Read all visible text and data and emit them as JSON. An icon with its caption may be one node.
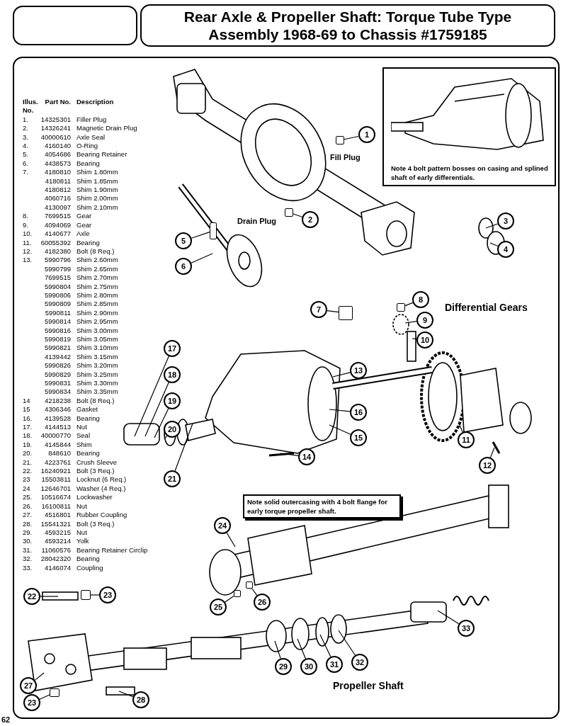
{
  "diagram": {
    "title": "Rear Axle & Propeller Shaft:  Torque Tube Type Assembly 1968-69 to Chassis #1759185",
    "nodes": [
      {
        "text": [
          "1"
        ]
      },
      {
        "text": [
          "2"
        ]
      },
      {
        "text": [
          "3"
        ]
      },
      {
        "text": [
          "4"
        ]
      },
      {
        "text": [
          "5"
        ]
      },
      {
        "text": [
          "6"
        ]
      },
      {
        "text": [
          "7"
        ]
      },
      {
        "text": [
          "8"
        ]
      },
      {
        "text": [
          "9"
        ]
      },
      {
        "text": [
          "10"
        ]
      },
      {
        "text": [
          "11"
        ]
      },
      {
        "text": [
          "12"
        ]
      },
      {
        "text": [
          "13"
        ]
      },
      {
        "text": [
          "14"
        ]
      },
      {
        "text": [
          "15"
        ]
      },
      {
        "text": [
          "16"
        ]
      },
      {
        "text": [
          "17"
        ]
      },
      {
        "text": [
          "18"
        ]
      },
      {
        "text": [
          "19"
        ]
      },
      {
        "text": [
          "20"
        ]
      },
      {
        "text": [
          "21"
        ]
      },
      {
        "text": [
          "22"
        ]
      },
      {
        "text": [
          "23"
        ]
      },
      {
        "text": [
          "24"
        ]
      },
      {
        "text": [
          "25"
        ]
      },
      {
        "text": [
          "26"
        ]
      },
      {
        "text": [
          "27"
        ]
      },
      {
        "text": [
          "28"
        ]
      },
      {
        "text": [
          "29"
        ]
      },
      {
        "text": [
          "30"
        ]
      },
      {
        "text": [
          "31"
        ]
      },
      {
        "text": [
          "32"
        ]
      },
      {
        "text": [
          "33"
        ]
      },
      {
        "text": [
          "23"
        ]
      },
      {
        "text": [
          "Note 4 bolt pattern bosses on casing and splined shaft of early differentials."
        ]
      },
      {
        "text": [
          "Note solid outercasing with 4 bolt flange for early torque propeller shaft."
        ]
      },
      {
        "text": [],
        "shape": "box"
      },
      {
        "text": [],
        "shape": "box"
      },
      {
        "text": [],
        "shape": "box"
      },
      {
        "text": [],
        "shape": "box"
      },
      {
        "text": [],
        "shape": "box"
      },
      {
        "text": [],
        "shape": "box"
      },
      {
        "text": [],
        "shape": "box"
      },
      {
        "text": [],
        "shape": "box"
      },
      {
        "text": [],
        "shape": "box"
      }
    ],
    "edges": [
      {
        "from": 0,
        "to": 36,
        "arrow": "none"
      },
      {
        "from": 1,
        "to": 37,
        "arrow": "none"
      },
      {
        "from": 2,
        "to": null,
        "arrow": "none"
      },
      {
        "from": 3,
        "to": null,
        "arrow": "none"
      },
      {
        "from": 4,
        "to": 38,
        "arrow": "none"
      },
      {
        "from": 5,
        "to": null,
        "arrow": "none"
      },
      {
        "from": 6,
        "to": 39,
        "arrow": "none"
      },
      {
        "from": 7,
        "to": 40,
        "arrow": "none"
      },
      {
        "from": 8,
        "to": null,
        "arrow": "none"
      },
      {
        "from": 9,
        "to": null,
        "arrow": "none"
      },
      {
        "from": 10,
        "to": null,
        "arrow": "none"
      },
      {
        "from": 11,
        "to": null,
        "arrow": "none"
      },
      {
        "from": 12,
        "to": null,
        "arrow": "none"
      },
      {
        "from": 13,
        "to": null,
        "arrow": "none"
      },
      {
        "from": 14,
        "to": null,
        "arrow": "none"
      },
      {
        "from": 15,
        "to": null,
        "arrow": "none"
      },
      {
        "from": 16,
        "to": null,
        "arrow": "none"
      },
      {
        "from": 17,
        "to": null,
        "arrow": "none"
      },
      {
        "from": 18,
        "to": null,
        "arrow": "none"
      },
      {
        "from": 19,
        "to": null,
        "arrow": "none"
      },
      {
        "from": 20,
        "to": null,
        "arrow": "none"
      },
      {
        "from": 21,
        "to": null,
        "arrow": "none"
      },
      {
        "from": 22,
        "to": 41,
        "arrow": "none"
      },
      {
        "from": 23,
        "to": null,
        "arrow": "none"
      },
      {
        "from": 24,
        "to": 42,
        "arrow": "none"
      },
      {
        "from": 25,
        "to": 43,
        "arrow": "none"
      },
      {
        "from": 26,
        "to": null,
        "arrow": "none"
      },
      {
        "from": 27,
        "to": null,
        "arrow": "none"
      },
      {
        "from": 28,
        "to": null,
        "arrow": "none"
      },
      {
        "from": 29,
        "to": null,
        "arrow": "none"
      },
      {
        "from": 30,
        "to": null,
        "arrow": "none"
      },
      {
        "from": 31,
        "to": null,
        "arrow": "none"
      },
      {
        "from": 32,
        "to": null,
        "arrow": "none"
      },
      {
        "from": 33,
        "to": 44,
        "arrow": "none"
      }
    ],
    "labels": [
      "Illus. No.",
      "Part No.",
      "Description",
      "1.",
      "14325301",
      "Filler Plug",
      "2.",
      "14326241",
      "Magnetic Drain Plug",
      "3.",
      "40000610",
      "Axle Seal",
      "4.",
      "4160140",
      "O-Ring",
      "5.",
      "4054686",
      "Bearing Retainer",
      "6.",
      "4438573",
      "Bearing",
      "7.",
      "4180810",
      "Shim 1.80mm",
      "4180811",
      "Shim 1.85mm",
      "4180812",
      "Shim 1.90mm",
      "4060716",
      "Shim 2.00mm",
      "4130097",
      "Shim 2.10mm",
      "8.",
      "7699515",
      "Gear",
      "9.",
      "4094069",
      "Gear",
      "10.",
      "4140677",
      "Axle",
      "11.",
      "60055392",
      "Bearing",
      "12.",
      "4182380",
      "Bolt (8 Req.)",
      "13.",
      "5990796",
      "Shim 2.60mm",
      "5990799",
      "Shim 2.65mm",
      "7699515",
      "Shim 2.70mm",
      "5990804",
      "Shim 2.75mm",
      "5990806",
      "Shim 2.80mm",
      "5990809",
      "Shim 2.85mm",
      "5990811",
      "Shim 2.90mm",
      "5990814",
      "Shim 2.95mm",
      "5990816",
      "Shim 3.00mm",
      "5990819",
      "Shim 3.05mm",
      "5990821",
      "Shim 3.10mm",
      "4139442",
      "Shim 3.15mm",
      "5990826",
      "Shim 3.20mm",
      "5990829",
      "Shim 3.25mm",
      "5990831",
      "Shim 3.30mm",
      "5990834",
      "Shim 3.35mm",
      "14",
      "4218238",
      "Bolt (8 Req.)",
      "15",
      "4306346",
      "Gasket",
      "16.",
      "4139528",
      "Bearing",
      "17.",
      "4144513",
      "Nut",
      "18.",
      "40000770",
      "Seal",
      "19.",
      "4145844",
      "Shim",
      "20.",
      "848610",
      "Bearing",
      "21.",
      "4223761",
      "Crush Sleeve",
      "22.",
      "16240921",
      "Bolt (3 Req.)",
      "23",
      "15503811",
      "Locknut (6 Req.)",
      "24",
      "12646701",
      "Washer (4 Req.)",
      "25.",
      "10516674",
      "Lockwasher",
      "26.",
      "16100811",
      "Nut",
      "27.",
      "4516801",
      "Rubber Coupling",
      "28.",
      "15541321",
      "Bolt (3 Req.)",
      "29.",
      "4593215",
      "Nut",
      "30.",
      "4593214",
      "Yolk",
      "31.",
      "11060576",
      "Bearing Retainer Circlip",
      "32.",
      "28042320",
      "Bearing",
      "33.",
      "4146074",
      "Coupling",
      "Fill Plug",
      "Drain Plug",
      "Differential Gears",
      "Propeller Shaft",
      "62"
    ]
  }
}
